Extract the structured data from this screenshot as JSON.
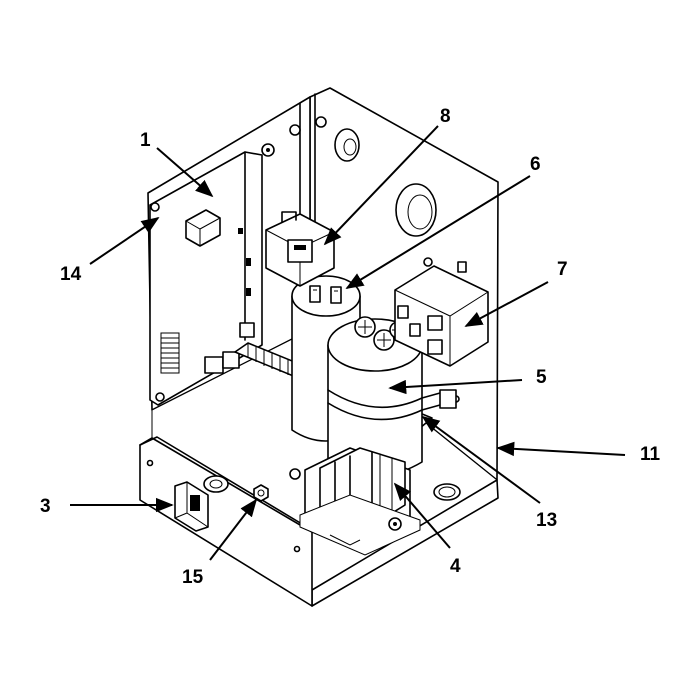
{
  "callouts": [
    {
      "id": "1",
      "label": "1"
    },
    {
      "id": "3",
      "label": "3"
    },
    {
      "id": "4",
      "label": "4"
    },
    {
      "id": "5",
      "label": "5"
    },
    {
      "id": "6",
      "label": "6"
    },
    {
      "id": "7",
      "label": "7"
    },
    {
      "id": "8",
      "label": "8"
    },
    {
      "id": "11",
      "label": "11"
    },
    {
      "id": "13",
      "label": "13"
    },
    {
      "id": "14",
      "label": "14"
    },
    {
      "id": "15",
      "label": "15"
    }
  ]
}
